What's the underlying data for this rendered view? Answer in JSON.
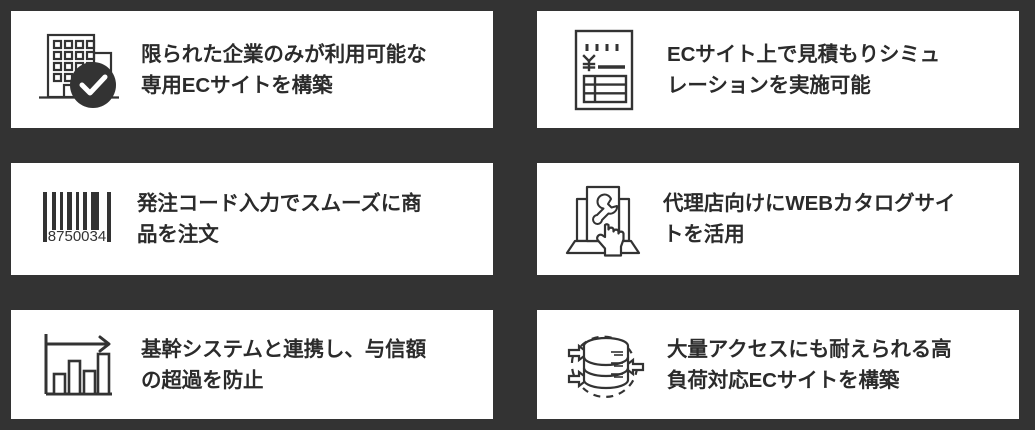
{
  "theme": {
    "background_color": "#333333",
    "card_background": "#ffffff",
    "text_color": "#2b2b2b",
    "icon_stroke_color": "#333333"
  },
  "cards": [
    {
      "id": "limited-companies-ec-site",
      "icon": "building-with-check-icon",
      "text": "限られた企業のみが利用可能な\n専用ECサイトを構築"
    },
    {
      "id": "quote-simulation",
      "icon": "invoice-yen-document-icon",
      "text": "ECサイト上で見積もりシミュ\nレーションを実施可能"
    },
    {
      "id": "order-code-input",
      "icon": "barcode-icon",
      "barcode_number": "8750034",
      "text": "発注コード入力でスムーズに商\n品を注文"
    },
    {
      "id": "web-catalog-for-agencies",
      "icon": "laptop-catalog-wrench-cursor-icon",
      "text": "代理店向けにWEBカタログサイ\nトを活用"
    },
    {
      "id": "core-system-credit-limit",
      "icon": "bar-chart-arrow-icon",
      "text": "基幹システムと連携し、与信額\nの超過を防止"
    },
    {
      "id": "high-load-ec-site",
      "icon": "database-sync-icon",
      "text": "大量アクセスにも耐えられる高\n負荷対応ECサイトを構築"
    }
  ]
}
